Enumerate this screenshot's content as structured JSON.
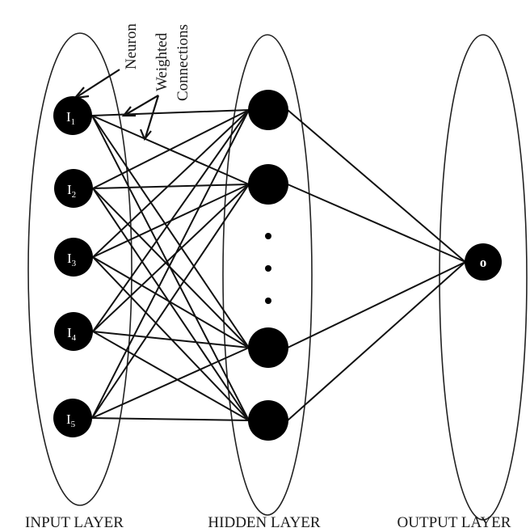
{
  "layers": {
    "input": "INPUT LAYER",
    "hidden": "HIDDEN LAYER",
    "output": "OUTPUT LAYER"
  },
  "annotations": {
    "neuron": "Neuron",
    "weighted": "Weighted",
    "connections": "Connections"
  },
  "input_nodes": [
    {
      "letter": "I",
      "sub": "1"
    },
    {
      "letter": "I",
      "sub": "2"
    },
    {
      "letter": "I",
      "sub": "3"
    },
    {
      "letter": "I",
      "sub": "4"
    },
    {
      "letter": "I",
      "sub": "5"
    }
  ],
  "output_node": "o",
  "colors": {
    "node": "#000000",
    "stroke": "#111111",
    "text": "#ffffff"
  }
}
